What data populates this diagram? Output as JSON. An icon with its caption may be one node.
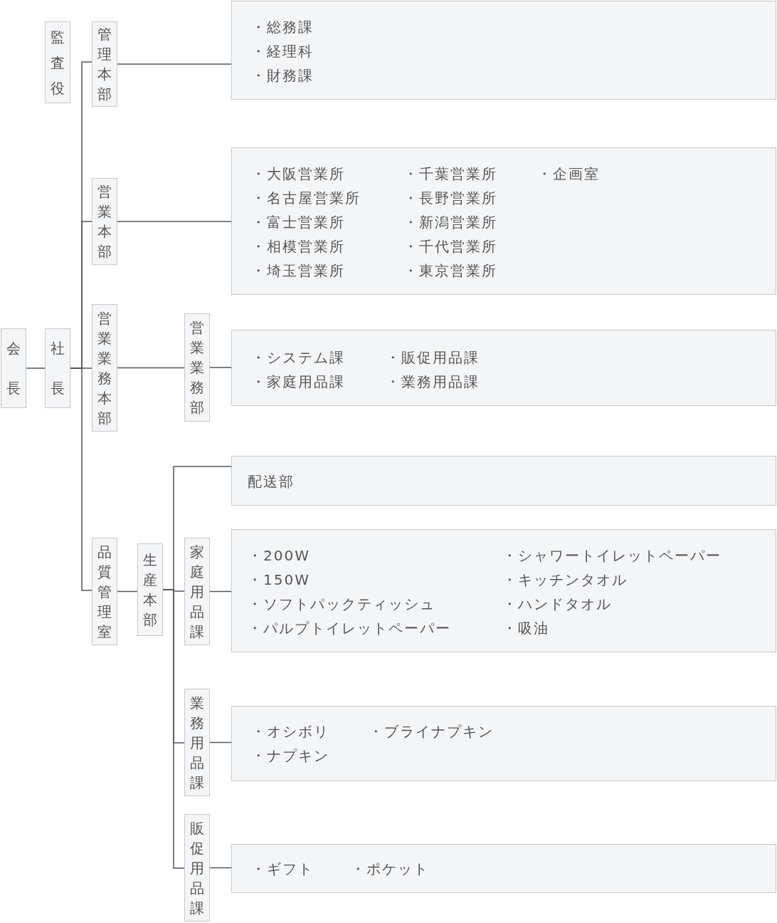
{
  "diagram": {
    "nodes": [
      {
        "text": [
          "会長"
        ]
      },
      {
        "text": [
          "社長"
        ]
      },
      {
        "text": [
          "監査役"
        ]
      },
      {
        "text": [
          "管理本部"
        ]
      },
      {
        "text": [
          "営業本部"
        ]
      },
      {
        "text": [
          "営業業務本部"
        ]
      },
      {
        "text": [
          "品質管理室"
        ]
      },
      {
        "text": [
          "生産本部"
        ]
      },
      {
        "text": [
          "営業業務部"
        ]
      },
      {
        "text": [
          "家庭用品課"
        ]
      },
      {
        "text": [
          "業務用品課"
        ]
      },
      {
        "text": [
          "販促用品課"
        ]
      },
      {
        "text": [
          "・総務課",
          "・経理科",
          "・財務課"
        ]
      },
      {
        "text": [
          "・大阪営業所",
          "・千葉営業所",
          "・企画室",
          "・名古屋営業所",
          "・長野営業所",
          "・富士営業所",
          "・新潟営業所",
          "・相模営業所",
          "・千代営業所",
          "・埼玉営業所",
          "・東京営業所"
        ]
      },
      {
        "text": [
          "・システム課",
          "・販促用品課",
          "・家庭用品課",
          "・業務用品課"
        ]
      },
      {
        "text": [
          "配送部"
        ]
      },
      {
        "text": [
          "・200W",
          "・シャワートイレットペーパー",
          "・150W",
          "・キッチンタオル",
          "・ソフトパックティッシュ",
          "・ハンドタオル",
          "・パルプトイレットペーパー",
          "・吸油"
        ]
      },
      {
        "text": [
          "・オシボリ",
          "・ブライナプキン",
          "・ナプキン"
        ]
      },
      {
        "text": [
          "・ギフト",
          "・ポケット"
        ]
      }
    ],
    "edges": [
      {
        "from": 0,
        "to": 1,
        "arrow": "none"
      },
      {
        "from": 1,
        "to": 3,
        "arrow": "none"
      },
      {
        "from": 1,
        "to": 4,
        "arrow": "none"
      },
      {
        "from": 1,
        "to": 5,
        "arrow": "none"
      },
      {
        "from": 1,
        "to": 6,
        "arrow": "none"
      },
      {
        "from": 3,
        "to": 12,
        "arrow": "none"
      },
      {
        "from": 4,
        "to": 13,
        "arrow": "none"
      },
      {
        "from": 5,
        "to": 8,
        "arrow": "none"
      },
      {
        "from": 8,
        "to": 14,
        "arrow": "none"
      },
      {
        "from": 6,
        "to": 7,
        "arrow": "none"
      },
      {
        "from": 7,
        "to": 15,
        "arrow": "none"
      },
      {
        "from": 7,
        "to": 9,
        "arrow": "none"
      },
      {
        "from": 7,
        "to": 10,
        "arrow": "none"
      },
      {
        "from": 7,
        "to": 11,
        "arrow": "none"
      },
      {
        "from": 9,
        "to": 16,
        "arrow": "none"
      },
      {
        "from": 10,
        "to": 17,
        "arrow": "none"
      },
      {
        "from": 11,
        "to": 18,
        "arrow": "none"
      }
    ]
  }
}
